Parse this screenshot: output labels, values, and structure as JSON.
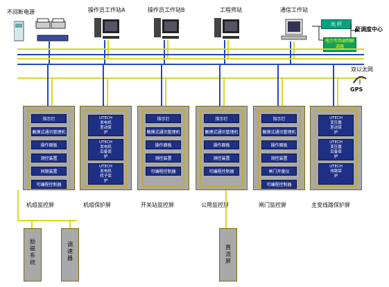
{
  "top": {
    "power_label": "不间断电源",
    "operator_a": "操作员工作站A",
    "operator_b": "操作员工作站B",
    "engineer": "工程师站",
    "comm": "通信工作站",
    "optical": "光 纤",
    "to_dispatch": "至调度中心",
    "modem": "电力专用调制解调器",
    "ethernet": "双以太网",
    "gps": "GPS"
  },
  "cabinets": [
    {
      "name": "机组监控屏",
      "modules": [
        "指示灯",
        "触摸式通讯管理机",
        "操作面板",
        "测控装置",
        "同期装置",
        "可编程控制器"
      ]
    },
    {
      "name": "机组保护屏",
      "modules": [
        "UTECH\n发电机\n差动保\n护",
        "UTECH\n发电机\n后备保\n护",
        "UTECH\n发电机\n转子保\n护"
      ]
    },
    {
      "name": "开关站监控屏",
      "modules": [
        "指示灯",
        "触摸式通讯管理机",
        "操作面板",
        "测控装置",
        "可编程控制器"
      ]
    },
    {
      "name": "公用监控屏",
      "modules": [
        "指示灯",
        "触摸式通讯管理机",
        "操作面板",
        "测控装置",
        "可编程控制器"
      ]
    },
    {
      "name": "闸门监控屏",
      "modules": [
        "指示灯",
        "触摸式通讯管理机",
        "操作面板",
        "测控装置",
        "闸门开度仪",
        "可编程控制器"
      ]
    },
    {
      "name": "主变线路保护屏",
      "modules": [
        "UTECH\n变压器\n差动保\n护",
        "UTECH\n变压器\n后备保\n护",
        "UTECH\n线路保\n护"
      ]
    }
  ],
  "bottom": {
    "excitation": "励磁系统",
    "governor": "调速器",
    "dc": "直流屏"
  },
  "colors": {
    "bus_yellow": "#d8d820",
    "bus_blue": "#2244cc",
    "cabinet": "#a9a9a9",
    "module": "#1e2f86",
    "optical_box": "#0aa080",
    "modem_box": "#10a060"
  }
}
